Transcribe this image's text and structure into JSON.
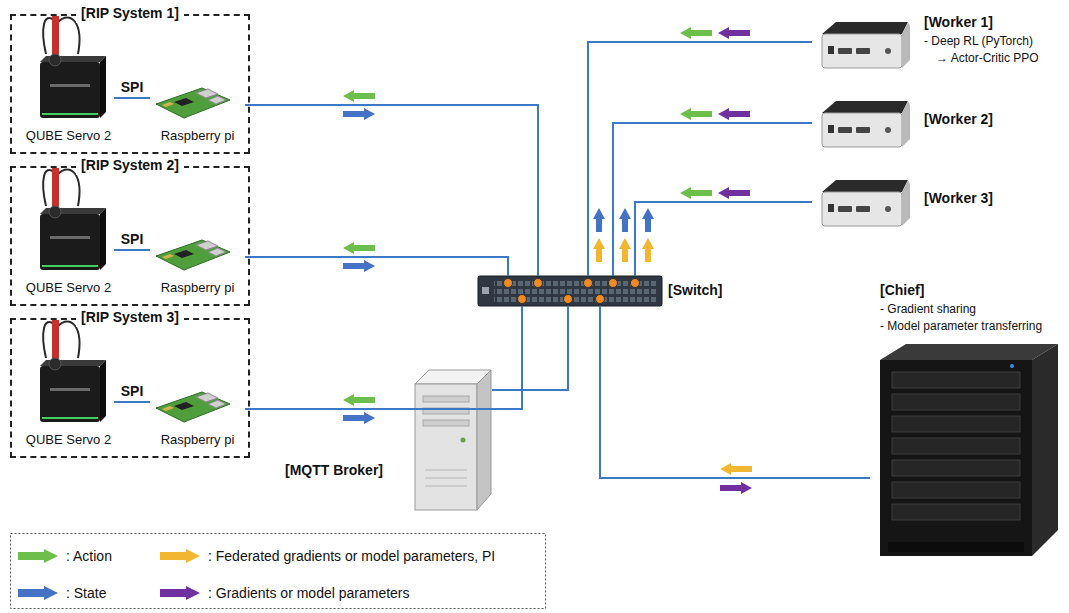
{
  "diagram": {
    "nodes": [
      {
        "text": [
          "[RIP System 1]"
        ]
      },
      {
        "text": [
          "QUBE Servo 2"
        ],
        "in": 0
      },
      {
        "text": [
          "Raspberry pi"
        ],
        "in": 0
      },
      {
        "text": [
          "[RIP System 2]"
        ]
      },
      {
        "text": [
          "QUBE Servo 2"
        ],
        "in": 3
      },
      {
        "text": [
          "Raspberry pi"
        ],
        "in": 3
      },
      {
        "text": [
          "[RIP System 3]"
        ]
      },
      {
        "text": [
          "QUBE Servo 2"
        ],
        "in": 6
      },
      {
        "text": [
          "Raspberry pi"
        ],
        "in": 6
      },
      {
        "text": [
          "[Switch]"
        ]
      },
      {
        "text": [
          "[Worker 1]",
          "- Deep RL (PyTorch)",
          "→ Actor-Critic PPO"
        ]
      },
      {
        "text": [
          "[Worker 2]"
        ]
      },
      {
        "text": [
          "[Worker 3]"
        ]
      },
      {
        "text": [
          "[MQTT Broker]"
        ]
      },
      {
        "text": [
          "[Chief]",
          "- Gradient sharing",
          "- Model parameter transferring"
        ]
      }
    ],
    "edges": [
      {
        "from": 1,
        "to": 2,
        "label": "SPI",
        "arrow": "none"
      },
      {
        "from": 2,
        "to": 9,
        "arrow": "none"
      },
      {
        "from": 4,
        "to": 5,
        "label": "SPI",
        "arrow": "none"
      },
      {
        "from": 5,
        "to": 9,
        "arrow": "none"
      },
      {
        "from": 7,
        "to": 8,
        "label": "SPI",
        "arrow": "none"
      },
      {
        "from": 8,
        "to": 9,
        "arrow": "none"
      },
      {
        "from": 10,
        "to": 9,
        "arrow": "none"
      },
      {
        "from": 11,
        "to": 9,
        "arrow": "none"
      },
      {
        "from": 12,
        "to": 9,
        "arrow": "none"
      },
      {
        "from": 13,
        "to": 9,
        "arrow": "none"
      },
      {
        "from": 14,
        "to": 9,
        "arrow": "none"
      }
    ],
    "legend": [
      {
        "text": ": Action",
        "color": "#6cbf4a"
      },
      {
        "text": ": Federated gradients or model parameters, PI",
        "color": "#f2b630"
      },
      {
        "text": ": State",
        "color": "#4472c4"
      },
      {
        "text": ": Gradients or model parameters",
        "color": "#7030a0"
      }
    ]
  }
}
